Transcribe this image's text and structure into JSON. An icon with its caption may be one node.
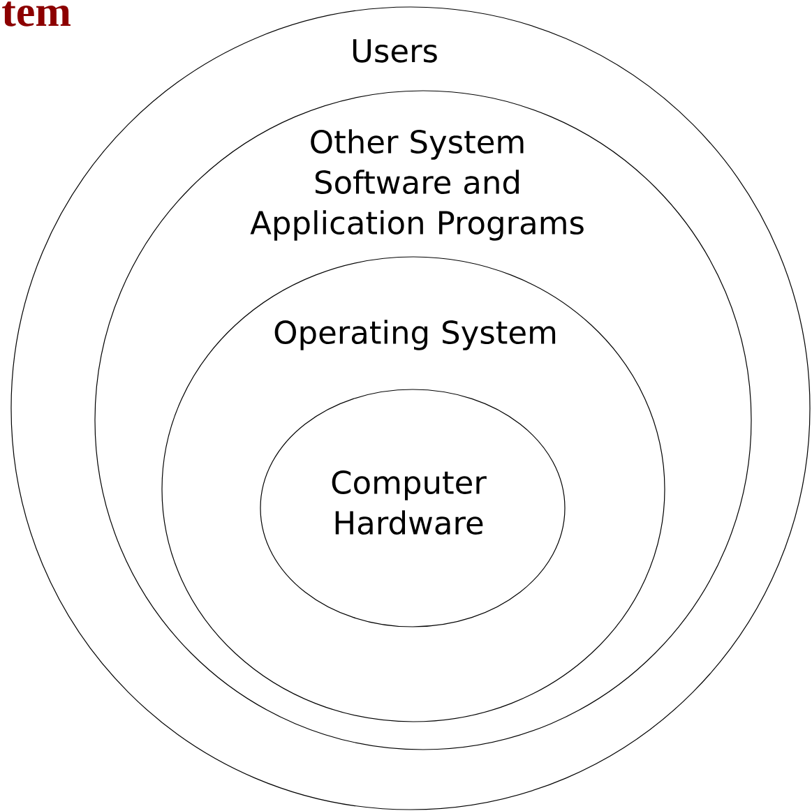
{
  "diagram": {
    "nodes": [
      {
        "text": [
          "Users"
        ]
      },
      {
        "text": [
          "Other System Software and Application Programs"
        ],
        "in": 0
      },
      {
        "text": [
          "Operating System"
        ],
        "in": 1
      },
      {
        "text": [
          "Computer Hardware"
        ],
        "in": 2
      }
    ],
    "labels": [
      "tem"
    ]
  }
}
